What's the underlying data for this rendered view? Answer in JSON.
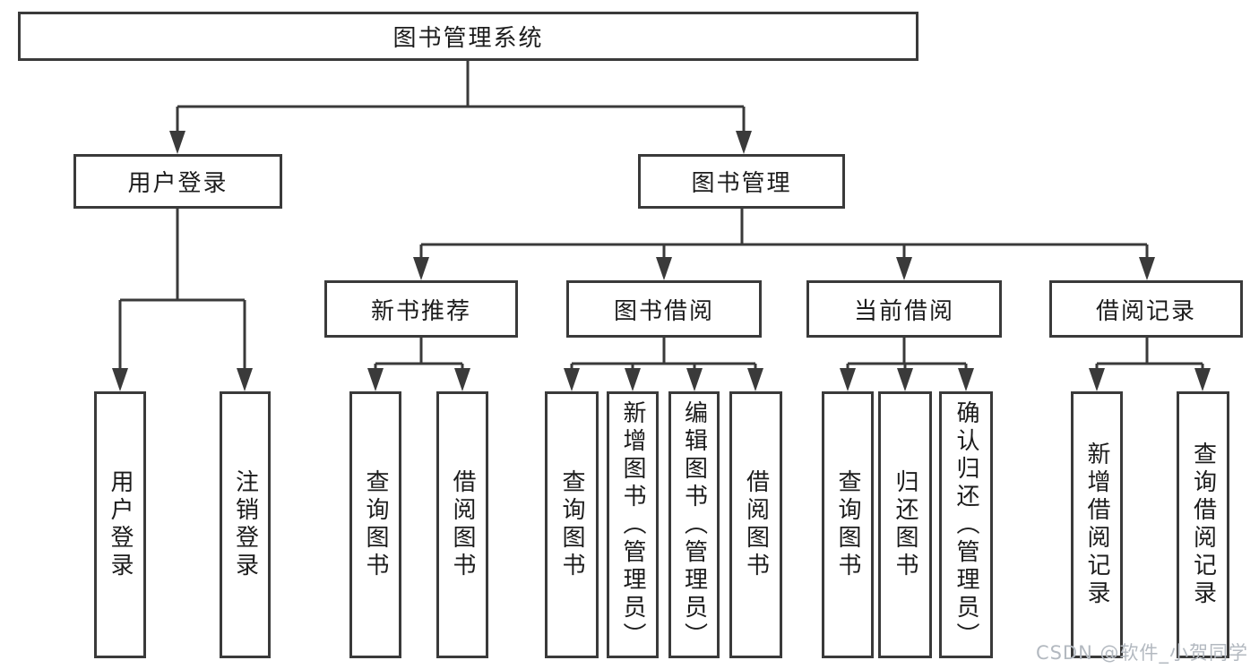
{
  "diagram": {
    "type": "hierarchy-tree",
    "colors": {
      "line": "#3a3a3a",
      "box_border": "#3a3a3a",
      "text": "#1c1c1c",
      "watermark": "#b3b9c0",
      "background": "#ffffff"
    },
    "nodes": {
      "root": {
        "label": "图书管理系统"
      },
      "user_login": {
        "label": "用户登录"
      },
      "book_mgmt": {
        "label": "图书管理"
      },
      "new_book_rec": {
        "label": "新书推荐"
      },
      "book_borrow": {
        "label": "图书借阅"
      },
      "current_borrow": {
        "label": "当前借阅"
      },
      "borrow_records": {
        "label": "借阅记录"
      },
      "leaf_user_login": {
        "label": "用户登录",
        "parent": "user_login"
      },
      "leaf_logout": {
        "label": "注销登录",
        "parent": "user_login"
      },
      "rec_query_books": {
        "label": "查询图书",
        "parent": "new_book_rec"
      },
      "rec_borrow_books": {
        "label": "借阅图书",
        "parent": "new_book_rec"
      },
      "bb_query_books": {
        "label": "查询图书",
        "parent": "book_borrow"
      },
      "bb_add_books": {
        "label": "新增图书（管理员）",
        "parent": "book_borrow"
      },
      "bb_edit_books": {
        "label": "编辑图书（管理员）",
        "parent": "book_borrow"
      },
      "bb_borrow_books": {
        "label": "借阅图书",
        "parent": "book_borrow"
      },
      "cb_query_books": {
        "label": "查询图书",
        "parent": "current_borrow"
      },
      "cb_return_books": {
        "label": "归还图书",
        "parent": "current_borrow"
      },
      "cb_confirm_return": {
        "label": "确认归还（管理员）",
        "parent": "current_borrow"
      },
      "br_add_record": {
        "label": "新增借阅记录",
        "parent": "borrow_records"
      },
      "br_query_record": {
        "label": "查询借阅记录",
        "parent": "borrow_records"
      }
    },
    "watermark": {
      "text": "CSDN @软件_小贺同学"
    }
  }
}
